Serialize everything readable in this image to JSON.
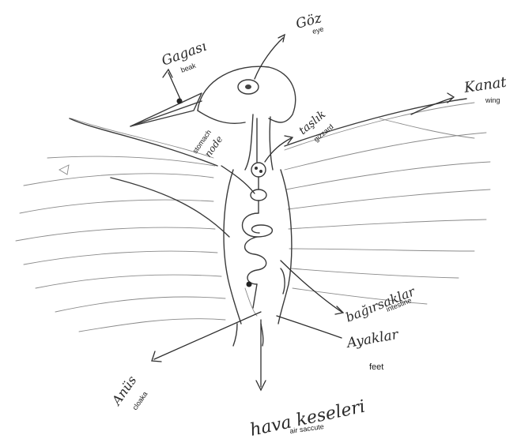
{
  "labels": {
    "beak": {
      "turkish": "Gagası",
      "english": "beak"
    },
    "eye": {
      "turkish": "Göz",
      "english": "eye"
    },
    "wing": {
      "turkish": "Kanat",
      "english": "wing"
    },
    "gizzard": {
      "turkish": "taşlık",
      "english": "gizzard"
    },
    "stomach": {
      "english_line1": "stomach",
      "english_line2": "node"
    },
    "intestine": {
      "turkish": "bağırsaklar",
      "english": "intestine"
    },
    "feet": {
      "turkish": "Ayaklar",
      "english": "feet"
    },
    "anus": {
      "turkish": "Anüs",
      "english": "cloaka"
    },
    "airsac": {
      "turkish": "hava keseleri",
      "english": "air saccute"
    }
  }
}
